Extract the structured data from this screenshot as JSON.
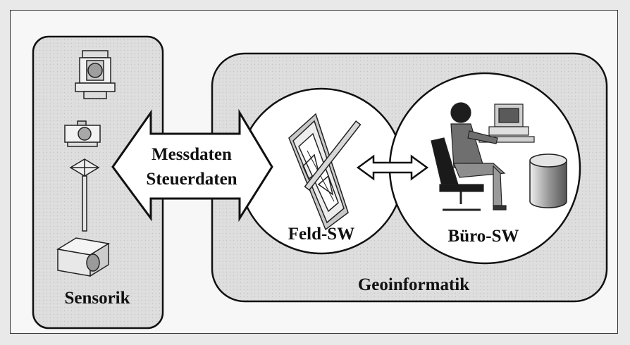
{
  "arrow_labels": [
    "Messdaten",
    "Steuerdaten"
  ],
  "sensorik_label": "Sensorik",
  "geoinformatik_label": "Geoinformatik",
  "feld_label": "Feld-SW",
  "buero_label": "Büro-SW",
  "colors": {
    "panel_bg": "#dcdcdc",
    "circle_bg": "#ffffff",
    "line": "#111111"
  }
}
